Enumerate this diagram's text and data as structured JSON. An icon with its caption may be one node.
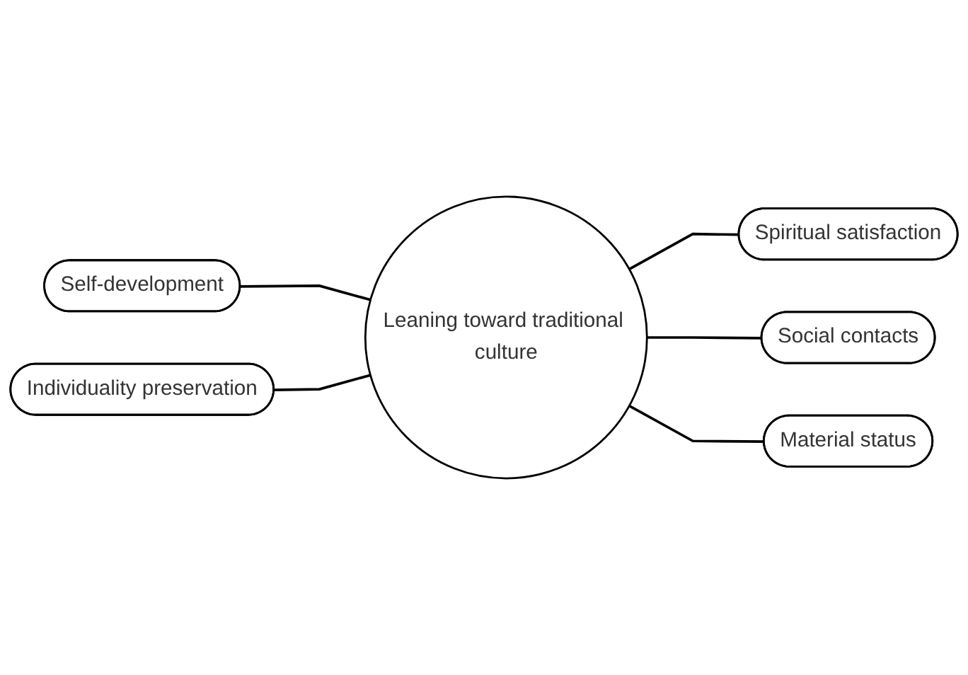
{
  "diagram": {
    "nodes": [
      {
        "text": [
          "Self-development"
        ]
      },
      {
        "text": [
          "Spiritual satisfaction"
        ]
      },
      {
        "text": [
          "Leaning toward traditional culture"
        ]
      },
      {
        "text": [
          "Individuality preservation"
        ]
      },
      {
        "text": [
          "Social contacts"
        ]
      },
      {
        "text": [
          "Material status"
        ]
      }
    ],
    "edges": [
      {
        "from": 0,
        "to": 2,
        "arrow": "none"
      },
      {
        "from": 2,
        "to": 1,
        "arrow": "none"
      },
      {
        "from": 3,
        "to": 2,
        "arrow": "none"
      },
      {
        "from": 2,
        "to": 4,
        "arrow": "none"
      },
      {
        "from": 2,
        "to": 5,
        "arrow": "none"
      }
    ]
  }
}
